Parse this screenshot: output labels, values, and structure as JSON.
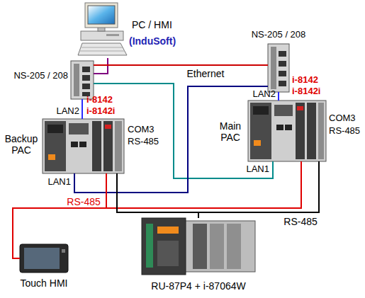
{
  "diagram": {
    "nodes": [
      {
        "text": [
          "PC / HMI",
          "(InduSoft)"
        ]
      },
      {
        "text": [
          "NS-205 / 208"
        ]
      },
      {
        "text": [
          "NS-205 / 208"
        ]
      },
      {
        "text": [
          "Backup PAC"
        ]
      },
      {
        "text": [
          "Main PAC"
        ]
      },
      {
        "text": [
          "Touch HMI"
        ]
      },
      {
        "text": [
          "RU-87P4 + i-87064W"
        ]
      }
    ],
    "edges": [
      {
        "from": 0,
        "to": 1,
        "arrow": "none"
      },
      {
        "from": 1,
        "to": 2,
        "label": "Ethernet",
        "arrow": "none"
      },
      {
        "from": 1,
        "to": 3,
        "arrow": "none"
      },
      {
        "from": 2,
        "to": 4,
        "arrow": "none"
      },
      {
        "from": 1,
        "to": 4,
        "arrow": "none"
      },
      {
        "from": 2,
        "to": 3,
        "arrow": "none"
      },
      {
        "from": 3,
        "to": 5,
        "label": "RS-485",
        "arrow": "none"
      },
      {
        "from": 4,
        "to": 5,
        "arrow": "none"
      },
      {
        "from": 3,
        "to": 6,
        "arrow": "none"
      },
      {
        "from": 4,
        "to": 6,
        "label": "RS-485",
        "arrow": "none"
      }
    ],
    "labels": [
      "i-8142",
      "i-8142i",
      "LAN2",
      "COM3",
      "RS-485",
      "LAN1",
      "i-8142",
      "i-8142i",
      "LAN2",
      "COM3",
      "RS-485",
      "LAN1"
    ]
  }
}
